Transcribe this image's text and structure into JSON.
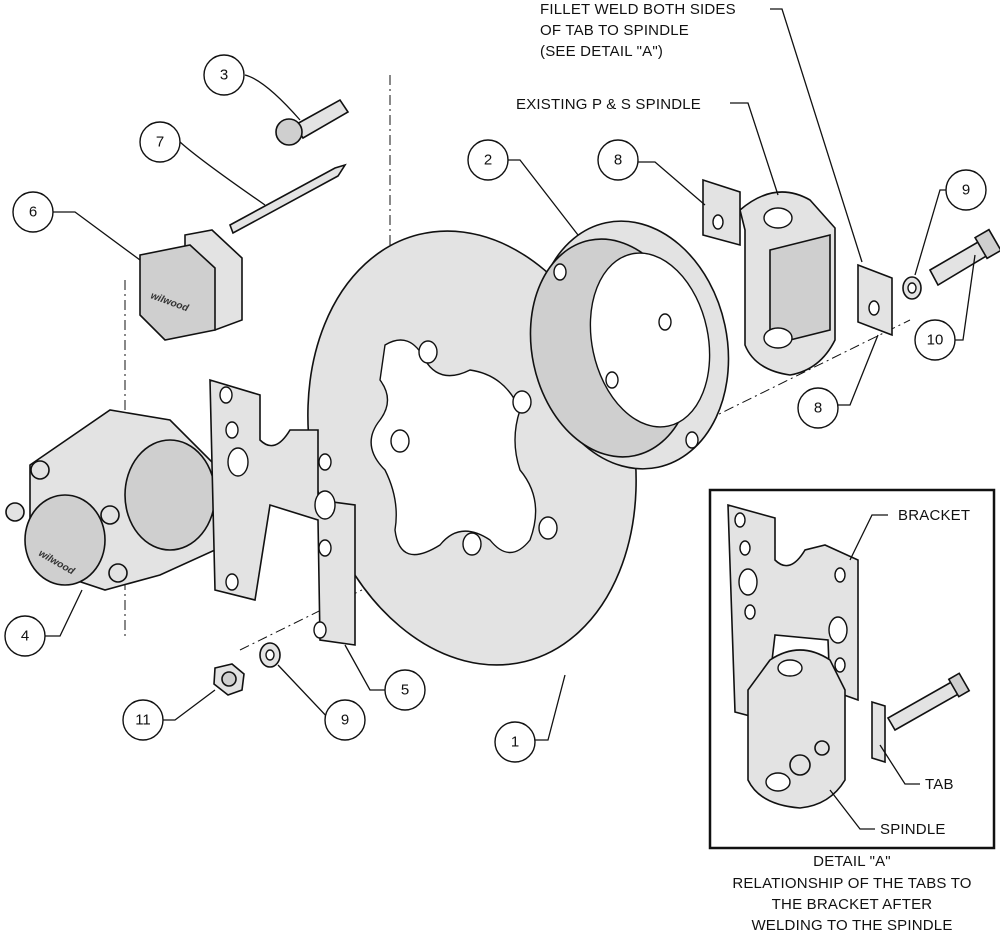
{
  "callouts": {
    "fillet_weld": [
      "FILLET WELD BOTH SIDES",
      "OF TAB TO SPINDLE",
      "(SEE DETAIL \"A\")"
    ],
    "existing_spindle": "EXISTING P & S SPINDLE",
    "bracket": "BRACKET",
    "tab": "TAB",
    "spindle": "SPINDLE"
  },
  "detail_caption": [
    "DETAIL \"A\"",
    "RELATIONSHIP OF THE TABS TO",
    "THE BRACKET AFTER",
    "WELDING TO THE SPINDLE"
  ],
  "part_numbers": {
    "rotor": "1",
    "hat": "2",
    "bolt": "3",
    "caliper": "4",
    "bracket": "5",
    "pad": "6",
    "cotter_pin": "7",
    "tab_upper": "8",
    "tab_lower": "8",
    "washer_right": "9",
    "washer_left": "9",
    "spindle_bolt": "10",
    "nut": "11"
  },
  "brand_mark": "wilwood"
}
